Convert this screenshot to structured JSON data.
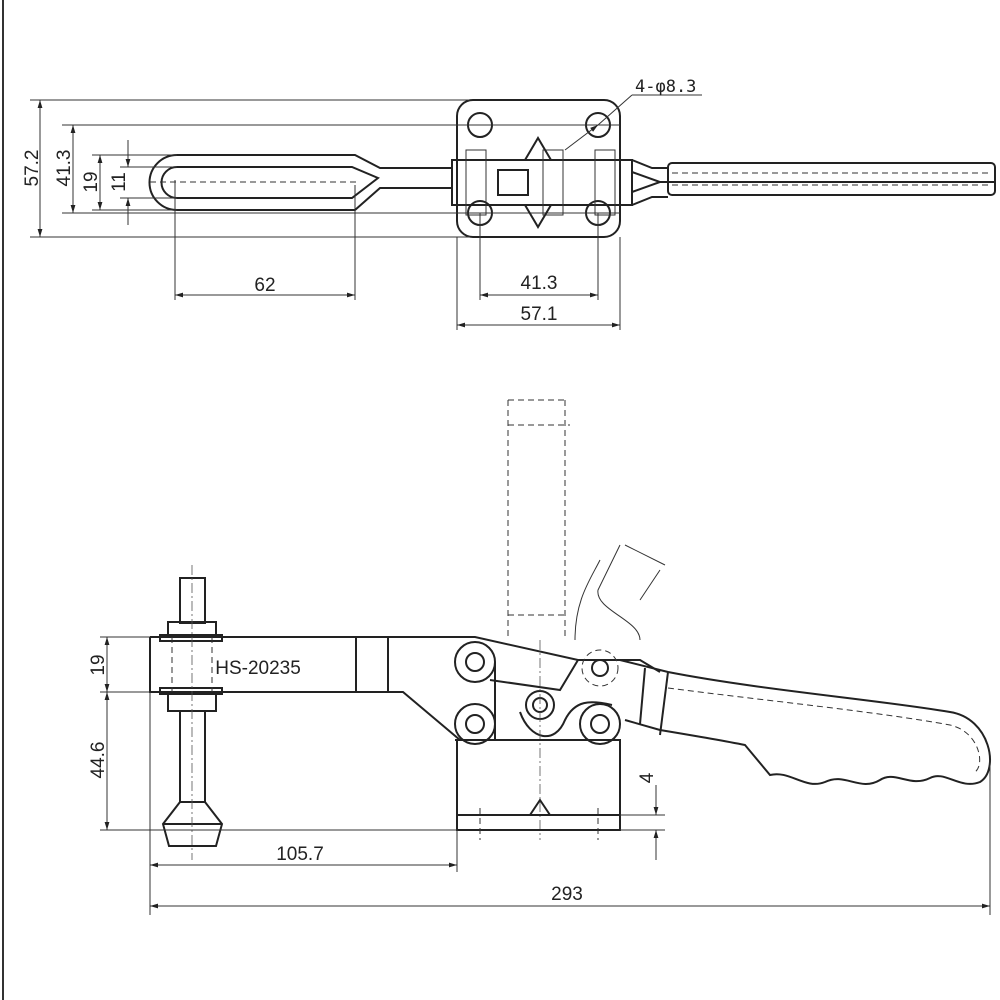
{
  "model": "HS-20235",
  "top_view": {
    "dim_overall_height": "57.2",
    "dim_hole_spacing_v": "41.3",
    "dim_loop_outer": "19",
    "dim_loop_inner": "11",
    "dim_loop_length": "62",
    "dim_hole_spacing_h": "41.3",
    "dim_base_width": "57.1",
    "hole_callout": "4-φ8.3"
  },
  "side_view": {
    "dim_arm_height": "19",
    "dim_spindle_height": "44.6",
    "dim_reach": "105.7",
    "dim_overall_length": "293",
    "dim_base_thickness": "4"
  },
  "colors": {
    "line": "#222222",
    "background": "#ffffff"
  }
}
